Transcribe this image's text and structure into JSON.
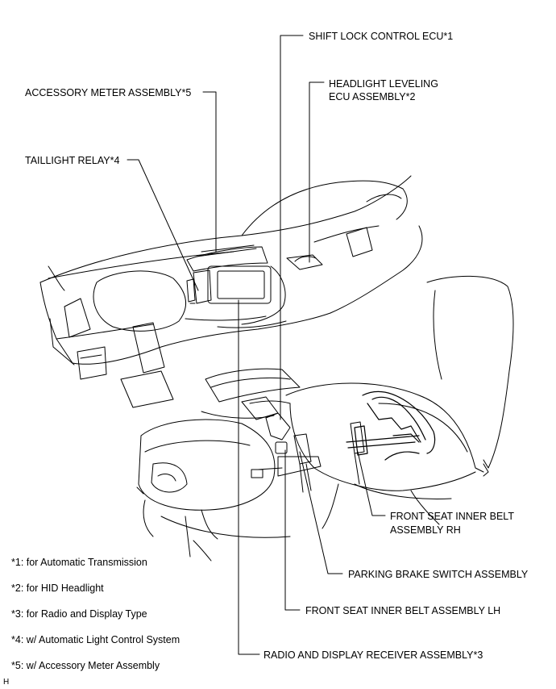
{
  "labels": {
    "shift_lock": "SHIFT LOCK CONTROL ECU*1",
    "headlight_line1": "HEADLIGHT LEVELING",
    "headlight_line2": "ECU ASSEMBLY*2",
    "accessory_meter": "ACCESSORY METER ASSEMBLY*5",
    "taillight_relay": "TAILLIGHT RELAY*4",
    "seat_rh_line1": "FRONT SEAT INNER BELT",
    "seat_rh_line2": "ASSEMBLY RH",
    "parking_brake": "PARKING BRAKE SWITCH ASSEMBLY",
    "seat_lh": "FRONT SEAT INNER BELT ASSEMBLY LH",
    "radio": "RADIO AND DISPLAY RECEIVER ASSEMBLY*3"
  },
  "footnotes": [
    "*1: for Automatic Transmission",
    "*2: for HID Headlight",
    "*3: for Radio and Display Type",
    "*4: w/ Automatic Light Control System",
    "*5: w/ Accessory Meter Assembly"
  ],
  "corner_mark": "H"
}
